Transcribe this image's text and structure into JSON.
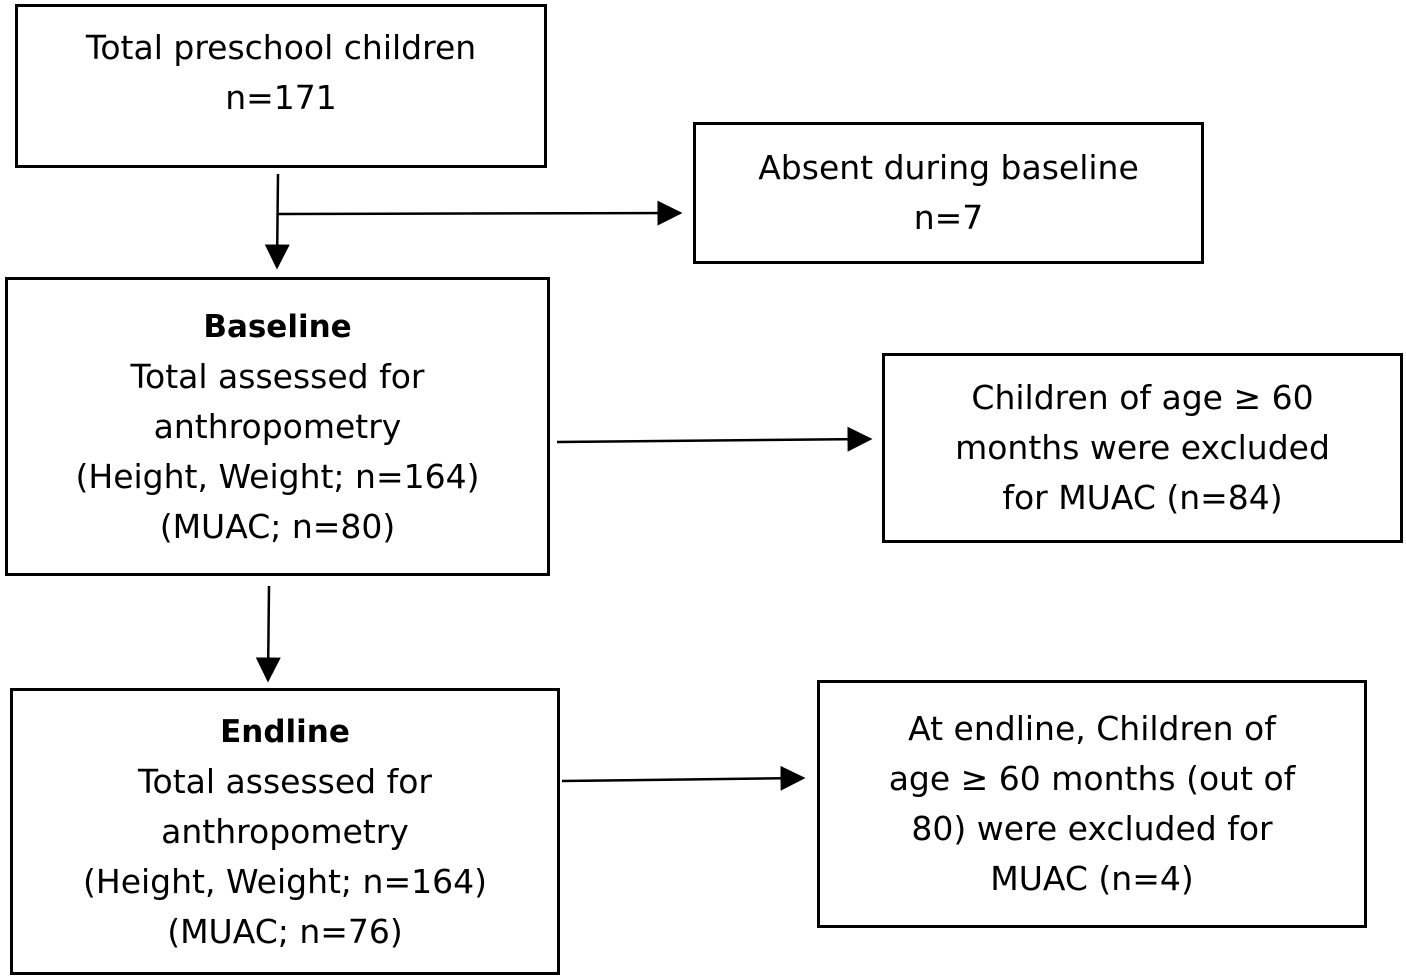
{
  "boxes": {
    "total": {
      "lines": [
        "Total preschool children",
        "n=171"
      ]
    },
    "absent": {
      "lines": [
        "Absent during baseline",
        "n=7"
      ]
    },
    "baseline": {
      "heading": "Baseline",
      "lines": [
        "Total assessed for",
        "anthropometry",
        "(Height, Weight; n=164)",
        "(MUAC; n=80)"
      ]
    },
    "excluded_baseline": {
      "lines": [
        "Children of age ≥ 60",
        "months were excluded",
        "for MUAC (n=84)"
      ]
    },
    "endline": {
      "heading": "Endline",
      "lines": [
        "Total assessed for",
        "anthropometry",
        "(Height, Weight; n=164)",
        "(MUAC; n=76)"
      ]
    },
    "excluded_endline": {
      "lines": [
        "At endline, Children of",
        "age ≥ 60 months (out of",
        "80) were excluded for",
        "MUAC  (n=4)"
      ]
    }
  },
  "colors": {
    "stroke": "#000000",
    "background": "#ffffff"
  }
}
